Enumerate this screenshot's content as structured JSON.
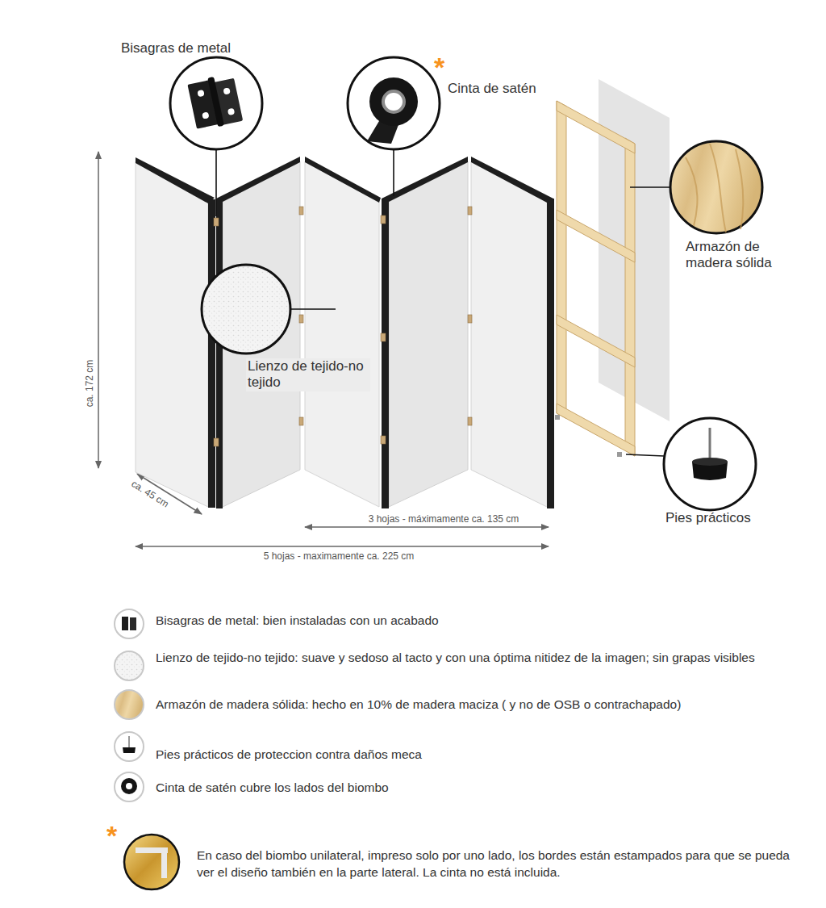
{
  "diagram": {
    "labels": [
      "Bisagras de metal",
      "*",
      "Cinta de satén",
      "Armazón de madera sólida",
      "Lienzo de tejido-no tejido",
      "Pies prácticos",
      "ca. 172 cm",
      "ca. 45 cm",
      "3 hojas - máximamente ca. 135 cm",
      "5 hojas - maximamente ca. 225 cm",
      "*",
      "En caso del biombo unilateral, impreso solo por uno lado, los bordes están estampados para que se pueda ver el diseño también en la parte lateral. La cinta no está incluida."
    ],
    "legend": [
      {
        "text": "Bisagras de metal: bien instaladas con un acabado"
      },
      {
        "text": "Lienzo de tejido-no tejido: suave y sedoso al tacto y con una óptima nitidez de la imagen; sin grapas visibles"
      },
      {
        "text": "Armazón de madera sólida: hecho en 10% de madera maciza ( y no de OSB o contrachapado)"
      },
      {
        "text": "Pies prácticos de proteccion contra daños meca"
      },
      {
        "text": "Cinta de satén cubre los lados del biombo"
      }
    ]
  }
}
